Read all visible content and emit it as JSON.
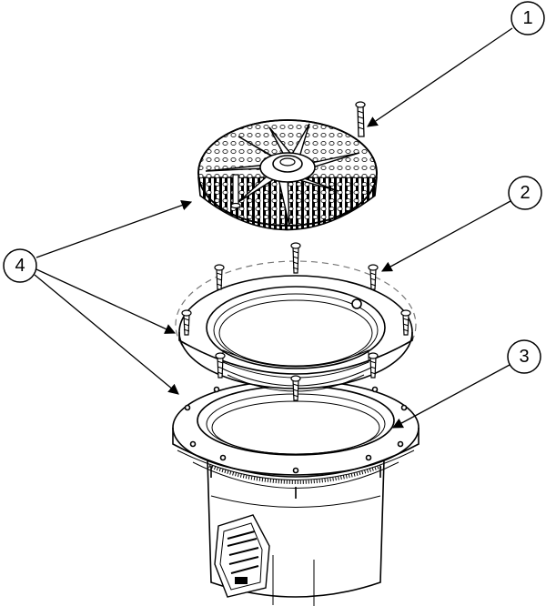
{
  "callouts": [
    {
      "number": "1",
      "part": "screw"
    },
    {
      "number": "2",
      "part": "gasket-ring"
    },
    {
      "number": "3",
      "part": "housing"
    },
    {
      "number": "4",
      "part": "screws"
    }
  ],
  "colors": {
    "ink": "#000000",
    "dashed_gasket": "#777777",
    "background": "#ffffff"
  }
}
